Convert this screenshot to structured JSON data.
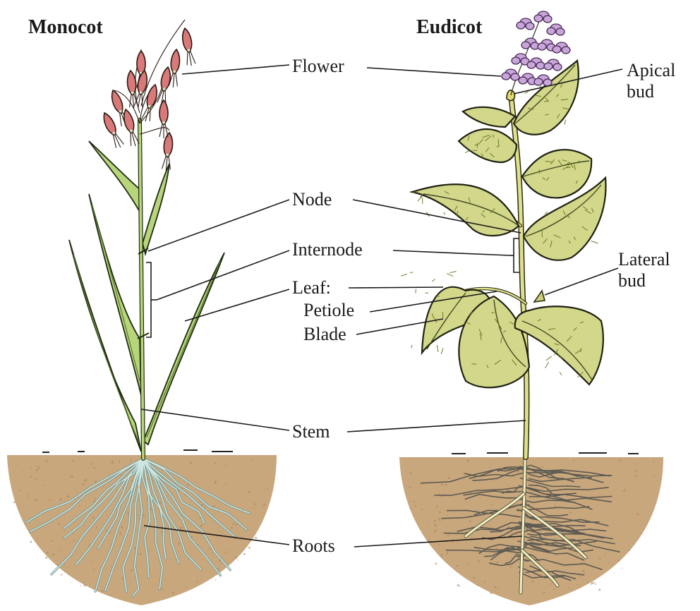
{
  "titles": {
    "monocot": "Monocot",
    "eudicot": "Eudicot"
  },
  "labels": {
    "flower": "Flower",
    "apical_bud_line1": "Apical",
    "apical_bud_line2": "bud",
    "node": "Node",
    "internode": "Internode",
    "leaf": "Leaf:",
    "petiole": "Petiole",
    "blade": "Blade",
    "lateral_bud_line1": "Lateral",
    "lateral_bud_line2": "bud",
    "stem": "Stem",
    "roots": "Roots"
  },
  "colors": {
    "soil": "#c9a77c",
    "monocot_leaf": "#b7d57a",
    "eudicot_leaf": "#d2d78a",
    "monocot_flower": "#d9797a",
    "eudicot_flower": "#c8a6d8",
    "monocot_roots": "#6f8f8a"
  }
}
